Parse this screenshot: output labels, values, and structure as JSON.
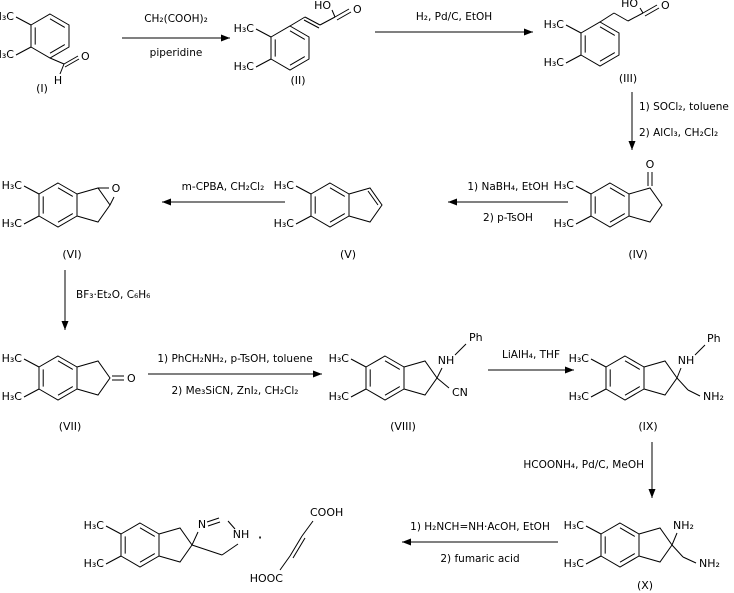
{
  "atoms": {
    "h3c": "H₃C",
    "o": "O",
    "h": "H",
    "ho": "HO",
    "nh": "NH",
    "nh2": "NH₂",
    "n": "N",
    "ph": "Ph",
    "cn": "CN",
    "cooh": "COOH",
    "hooc": "HOOC",
    "dot": "·"
  },
  "labels": {
    "i": "(I)",
    "ii": "(II)",
    "iii": "(III)",
    "iv": "(IV)",
    "v": "(V)",
    "vi": "(VI)",
    "vii": "(VII)",
    "viii": "(VIII)",
    "ix": "(IX)",
    "x": "(X)"
  },
  "reagents": {
    "step1a": "CH₂(COOH)₂",
    "step1b": "piperidine",
    "step2": "H₂, Pd/C, EtOH",
    "step3a": "1) SOCl₂, toluene",
    "step3b": "2) AlCl₃, CH₂Cl₂",
    "step4a": "1) NaBH₄, EtOH",
    "step4b": "2) p-TsOH",
    "step5": "m-CPBA, CH₂Cl₂",
    "step6": "BF₃·Et₂O, C₆H₆",
    "step7a": "1) PhCH₂NH₂, p-TsOH, toluene",
    "step7b": "2) Me₃SiCN, ZnI₂, CH₂Cl₂",
    "step8": "LiAlH₄, THF",
    "step9": "HCOONH₄, Pd/C, MeOH",
    "step10a": "1) H₂NCH=NH·AcOH, EtOH",
    "step10b": "2) fumaric acid"
  },
  "colors": {
    "ink": "#000000",
    "background": "#ffffff"
  }
}
